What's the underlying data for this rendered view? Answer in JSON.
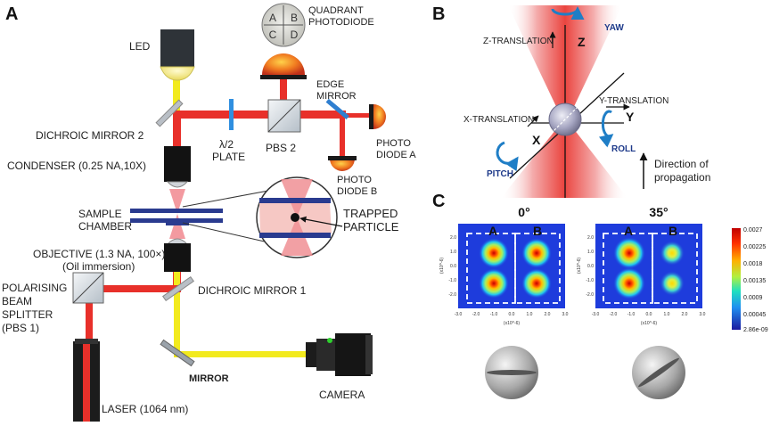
{
  "panels": {
    "a": "A",
    "b": "B",
    "c": "C"
  },
  "panel_a": {
    "led": "LED",
    "quadrant": [
      "A",
      "B",
      "C",
      "D"
    ],
    "quadrant_label_1": "QUADRANT",
    "quadrant_label_2": "PHOTODIODE",
    "edge_mirror_1": "EDGE",
    "edge_mirror_2": "MIRROR",
    "dichroic2": "DICHROIC MIRROR 2",
    "halfwave_1": "λ/2",
    "halfwave_2": "PLATE",
    "pbs2": "PBS 2",
    "photodiode_a_1": "PHOTO",
    "photodiode_a_2": "DIODE A",
    "photodiode_b_1": "PHOTO",
    "photodiode_b_2": "DIODE B",
    "condenser": "CONDENSER (0.25 NA,10X)",
    "sample_chamber_1": "SAMPLE",
    "sample_chamber_2": "CHAMBER",
    "trapped_1": "TRAPPED",
    "trapped_2": "PARTICLE",
    "objective_1": "OBJECTIVE (1.3 NA, 100×)",
    "objective_2": "(Oil immersion)",
    "dichroic1": "DICHROIC MIRROR 1",
    "pbs1_1": "POLARISING",
    "pbs1_2": "BEAM",
    "pbs1_3": "SPLITTER",
    "pbs1_4": "(PBS 1)",
    "mirror": "MIRROR",
    "camera": "CAMERA",
    "laser": "LASER (1064 nm)"
  },
  "panel_b": {
    "yaw": "YAW",
    "z_translation": "Z-TRANSLATION",
    "z": "Z",
    "y_translation": "Y-TRANSLATION",
    "y": "Y",
    "x_translation": "X-TRANSLATION",
    "x": "X",
    "pitch": "PITCH",
    "roll": "ROLL",
    "direction_1": "Direction of",
    "direction_2": "propagation"
  },
  "panel_c": {
    "maps": [
      {
        "angle": "0°",
        "quad_a": "A",
        "quad_b": "B"
      },
      {
        "angle": "35°",
        "quad_a": "A",
        "quad_b": "B"
      }
    ],
    "y_axis_title": "(x10^-6)",
    "x_axis_title": "(x10^-6)",
    "x_ticks": [
      "-3.0",
      "-2.0",
      "-1.0",
      "0.0",
      "1.0",
      "2.0",
      "3.0"
    ],
    "y_ticks": [
      "2.0",
      "1.0",
      "0.0",
      "-1.0",
      "-2.0"
    ],
    "colorbar_ticks": [
      "0.0027",
      "0.00225",
      "0.0018",
      "0.00135",
      "0.0009",
      "0.00045",
      "2.86e-09"
    ]
  },
  "colors": {
    "beam_red": "#e8302a",
    "beam_yellow": "#f2ea1e",
    "halfwave_blue": "#2f8fe0",
    "chamber_navy": "#2a3b8f",
    "rotation_blue": "#1f7ec6",
    "label_navy": "#1e3a8a"
  }
}
